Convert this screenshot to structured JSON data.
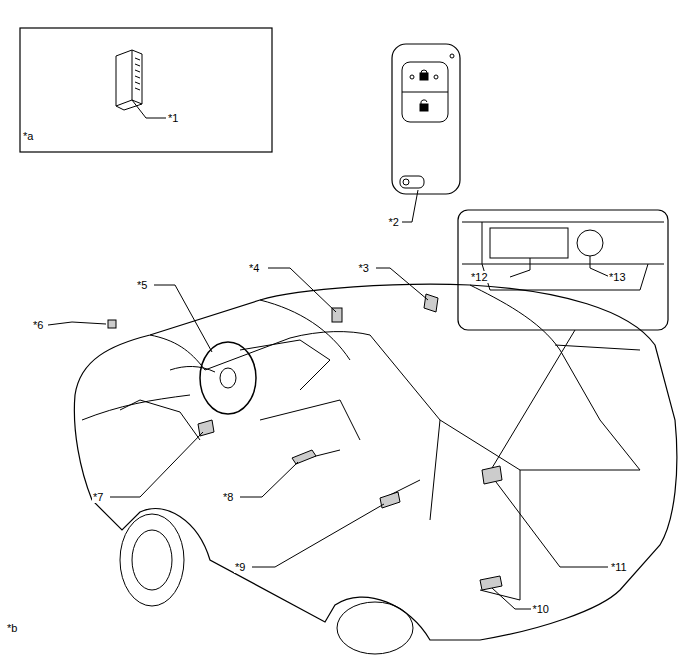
{
  "diagram": {
    "labels": [
      "*a",
      "*1",
      "*2",
      "*3",
      "*4",
      "*5",
      "*6",
      "*7",
      "*8",
      "*9",
      "*10",
      "*11",
      "*12",
      "*13",
      "*b"
    ]
  }
}
